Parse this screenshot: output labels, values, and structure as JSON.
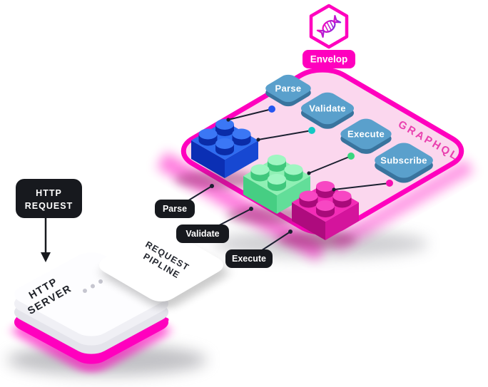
{
  "logo": {
    "icon": "candy-hexagon-icon",
    "badge_label": "Envelop"
  },
  "panel": {
    "label": "GRAPHQL",
    "plugins": [
      {
        "label": "Parse",
        "dot": "#2456F0"
      },
      {
        "label": "Validate",
        "dot": "#12C9C4"
      },
      {
        "label": "Execute",
        "dot": "#38D67E"
      },
      {
        "label": "Subscribe",
        "dot": "#F50FB2"
      }
    ],
    "bricks": [
      {
        "name": "blue",
        "top": "#2E6CF0",
        "left": "#0B2FB4",
        "right": "#1748D2"
      },
      {
        "name": "green",
        "top": "#8FF0B4",
        "left": "#46CE83",
        "right": "#62DE99"
      },
      {
        "name": "magenta",
        "top": "#F32CB6",
        "left": "#AE0B7E",
        "right": "#D4149C"
      }
    ]
  },
  "http_request": {
    "line1": "HTTP",
    "line2": "REQUEST"
  },
  "pipeline": {
    "line1": "REQUEST",
    "line2": "PIPLINE",
    "stages": [
      "Parse",
      "Validate",
      "Execute"
    ]
  },
  "server": {
    "line1": "HTTP",
    "line2": "SERVER"
  },
  "colors": {
    "magenta": "#FF00BE",
    "panel_fill": "#FBD7EE",
    "graphql_text": "#E93FAE",
    "dark_badge": "#17191E",
    "tag_face": "#5AA0CC",
    "tag_depth": "#39749E"
  }
}
